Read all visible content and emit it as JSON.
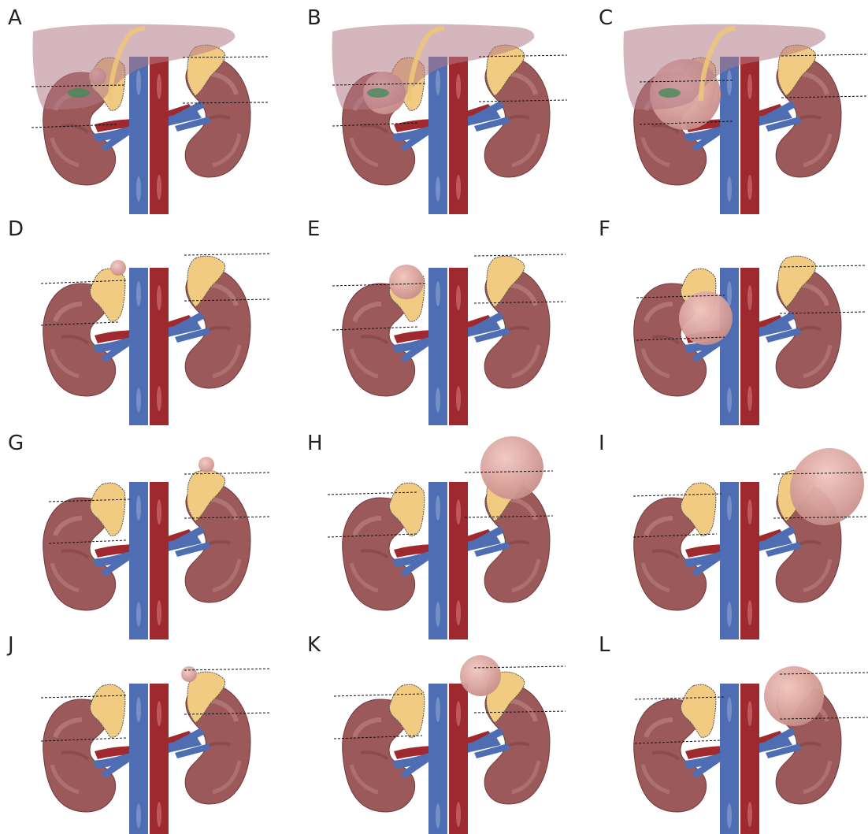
{
  "colors": {
    "kidney": "#9b5959",
    "kidney_shade": "#84474a",
    "kidney_highlight": "#b57a79",
    "vein": "#4e6db2",
    "artery": "#9e2a2f",
    "adrenal": "#f2cb82",
    "tumor": "#d9a39e",
    "liver": "#b27a86",
    "gallbladder": "#3f8a58",
    "bile_duct": "#ecc77a"
  },
  "panels": [
    {
      "label": "A",
      "side": "right",
      "tumor_size": "small",
      "liver_shown": true,
      "tumor_visual_scale": 0.1
    },
    {
      "label": "B",
      "side": "right",
      "tumor_size": "medium",
      "liver_shown": true,
      "tumor_visual_scale": 0.18
    },
    {
      "label": "C",
      "side": "right",
      "tumor_size": "large",
      "liver_shown": true,
      "tumor_visual_scale": 0.3
    },
    {
      "label": "D",
      "side": "right",
      "tumor_size": "small",
      "liver_shown": false,
      "tumor_visual_scale": 0.08
    },
    {
      "label": "E",
      "side": "right",
      "tumor_size": "medium",
      "liver_shown": false,
      "tumor_visual_scale": 0.14
    },
    {
      "label": "F",
      "side": "right",
      "tumor_size": "large",
      "liver_shown": false,
      "tumor_visual_scale": 0.22
    },
    {
      "label": "G",
      "side": "left",
      "tumor_size": "small",
      "liver_shown": false,
      "tumor_visual_scale": 0.08
    },
    {
      "label": "H",
      "side": "left",
      "tumor_size": "large",
      "liver_shown": false,
      "tumor_visual_scale": 0.26
    },
    {
      "label": "I",
      "side": "left",
      "tumor_size": "large_oval",
      "liver_shown": false,
      "tumor_visual_scale": 0.28
    },
    {
      "label": "J",
      "side": "left_medial",
      "tumor_size": "small",
      "liver_shown": false,
      "tumor_visual_scale": 0.08
    },
    {
      "label": "K",
      "side": "left_medial",
      "tumor_size": "medium",
      "liver_shown": false,
      "tumor_visual_scale": 0.16
    },
    {
      "label": "L",
      "side": "left_medial",
      "tumor_size": "large",
      "liver_shown": false,
      "tumor_visual_scale": 0.22
    }
  ]
}
